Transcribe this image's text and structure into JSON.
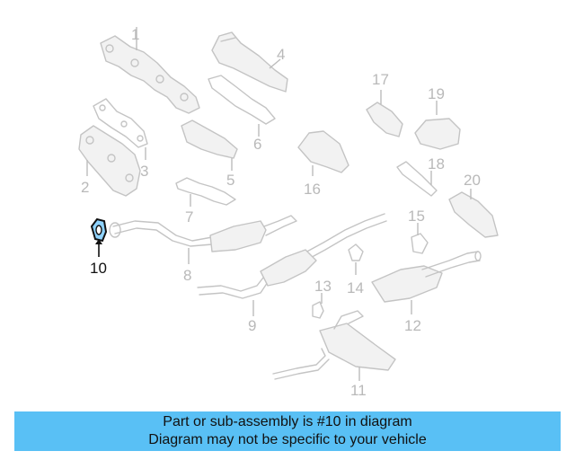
{
  "diagram": {
    "callouts": [
      "1",
      "2",
      "3",
      "4",
      "5",
      "6",
      "7",
      "8",
      "9",
      "10",
      "11",
      "12",
      "13",
      "14",
      "15",
      "16",
      "17",
      "18",
      "19",
      "20"
    ],
    "highlighted": "10",
    "highlight_color": "#8fd3ff"
  },
  "banner": {
    "line1": "Part or sub-assembly is #10 in diagram",
    "line2": "Diagram may not be specific to your vehicle",
    "background": "#59c0f5"
  }
}
